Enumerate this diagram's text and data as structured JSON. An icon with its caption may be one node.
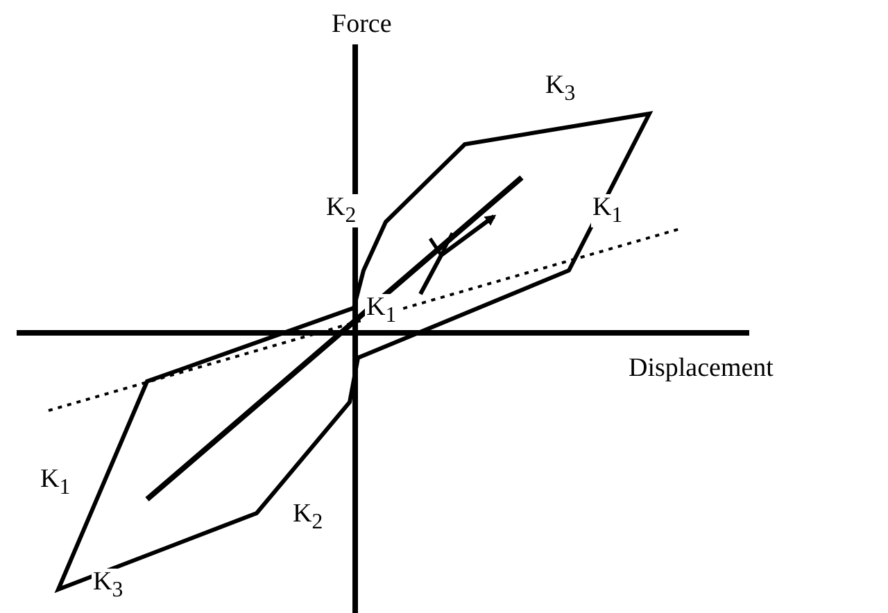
{
  "diagram": {
    "labels": [
      "Force",
      "K$_{3}$",
      "K$_{2}$",
      "K$_{1}$",
      "K$_{1}$",
      "Displacement",
      "K$_{1}$",
      "K$_{2}$",
      "K$_{3}$"
    ]
  }
}
